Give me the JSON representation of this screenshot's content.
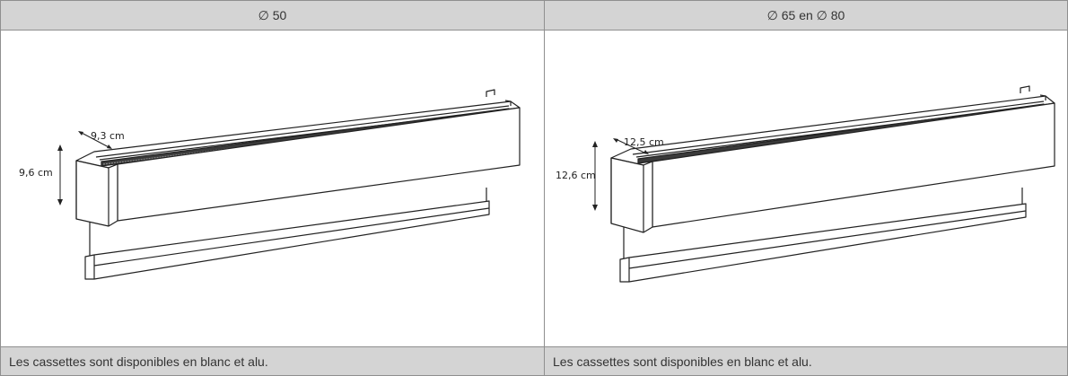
{
  "table": {
    "columns": [
      {
        "header": "∅ 50",
        "dimensions": {
          "width_label": "9,3 cm",
          "height_label": "9,6 cm"
        },
        "footer": "Les cassettes sont disponibles en blanc et alu."
      },
      {
        "header": "∅ 65 en ∅ 80",
        "dimensions": {
          "width_label": "12,5 cm",
          "height_label": "12,6 cm"
        },
        "footer": "Les cassettes sont disponibles en blanc et alu."
      }
    ]
  },
  "colors": {
    "header_bg": "#d4d4d4",
    "border": "#8f8f8f",
    "line": "#222222"
  },
  "icons": {
    "illustration": "roller-blind-cassette-icon"
  }
}
